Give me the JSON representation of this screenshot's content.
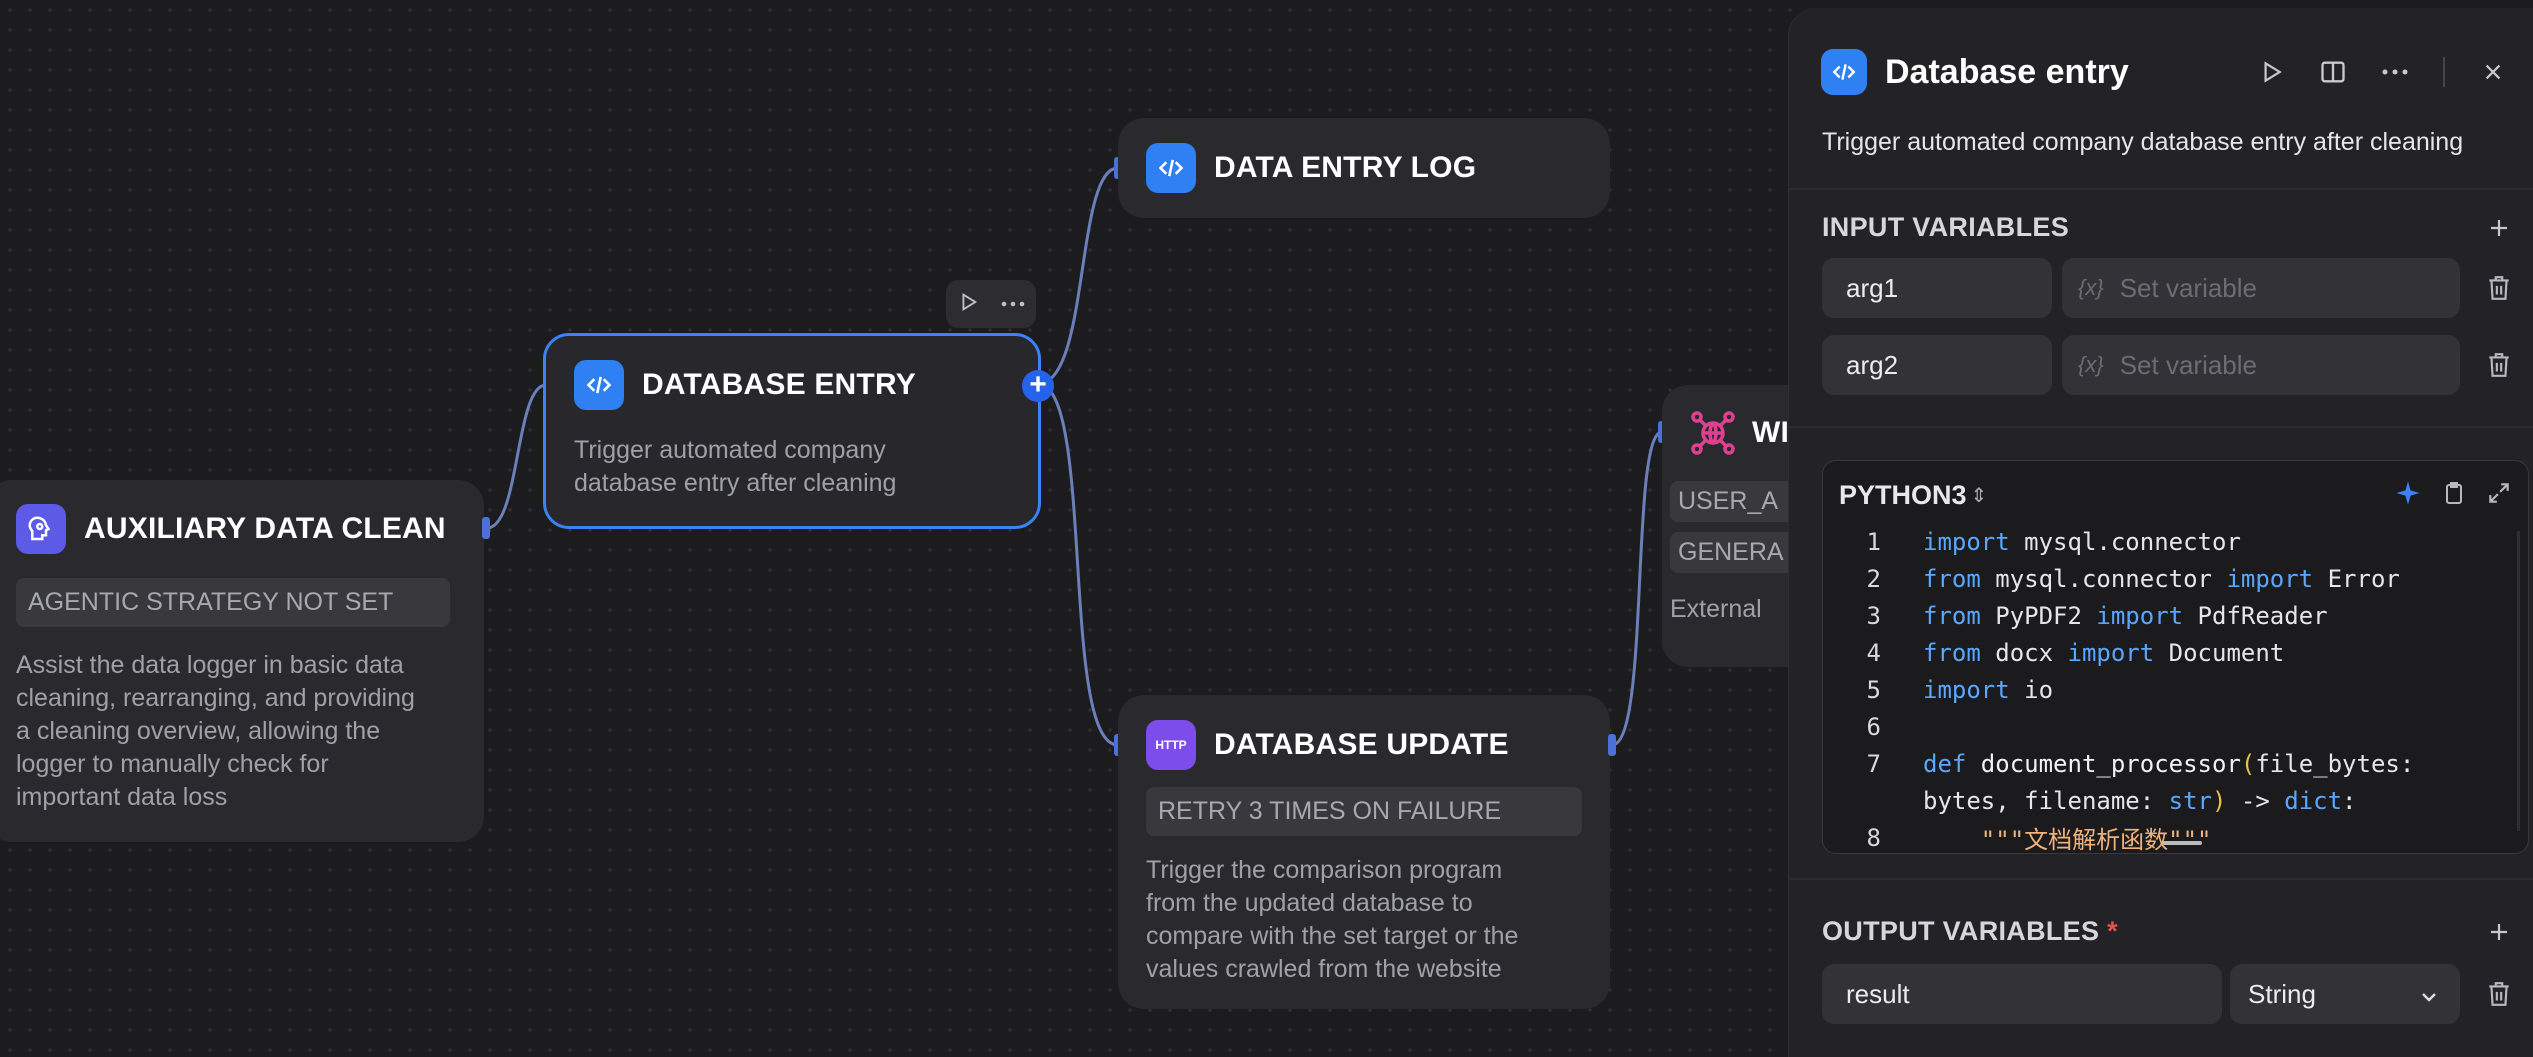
{
  "canvas": {
    "nodes": {
      "auxiliary": {
        "title": "AUXILIARY DATA CLEAN",
        "tag": "AGENTIC STRATEGY NOT SET",
        "desc_lines": [
          "Assist the data logger in basic data",
          "cleaning, rearranging, and providing",
          "a cleaning overview, allowing the",
          "logger to manually check for",
          "important data loss"
        ]
      },
      "database_entry": {
        "title": "DATABASE ENTRY",
        "desc_lines": [
          "Trigger automated company",
          "database entry after cleaning"
        ]
      },
      "data_entry_log": {
        "title": "DATA ENTRY LOG"
      },
      "database_update": {
        "title": "DATABASE UPDATE",
        "icon_label": "HTTP",
        "tag": "RETRY 3 TIMES ON FAILURE",
        "desc_lines": [
          "Trigger the comparison program",
          "from the updated database to",
          "compare with the set target or the",
          "values crawled from the website"
        ]
      },
      "web": {
        "title": "WI",
        "tags": [
          "USER_A",
          "GENERA"
        ],
        "desc": "External"
      }
    },
    "colors": {
      "edge": "#6b7fb8",
      "accent": "#3b82f6",
      "http": "#7c4dea"
    }
  },
  "panel": {
    "title": "Database entry",
    "description": "Trigger automated company database entry after cleaning",
    "input_variables": {
      "label": "INPUT VARIABLES",
      "rows": [
        {
          "name": "arg1",
          "placeholder": "Set variable"
        },
        {
          "name": "arg2",
          "placeholder": "Set variable"
        }
      ],
      "var_icon": "{x}"
    },
    "code": {
      "language": "PYTHON3",
      "lines": [
        {
          "n": "1",
          "parts": [
            [
              "kw",
              "import"
            ],
            [
              "ct",
              " mysql.connector"
            ]
          ]
        },
        {
          "n": "2",
          "parts": [
            [
              "kw",
              "from"
            ],
            [
              "ct",
              " mysql.connector "
            ],
            [
              "kw",
              "import"
            ],
            [
              "ct",
              " Error"
            ]
          ]
        },
        {
          "n": "3",
          "parts": [
            [
              "kw",
              "from"
            ],
            [
              "ct",
              " PyPDF2 "
            ],
            [
              "kw",
              "import"
            ],
            [
              "ct",
              " PdfReader"
            ]
          ]
        },
        {
          "n": "4",
          "parts": [
            [
              "kw",
              "from"
            ],
            [
              "ct",
              " docx "
            ],
            [
              "kw",
              "import"
            ],
            [
              "ct",
              " Document"
            ]
          ]
        },
        {
          "n": "5",
          "parts": [
            [
              "kw",
              "import"
            ],
            [
              "ct",
              " io"
            ]
          ]
        },
        {
          "n": "6",
          "parts": []
        },
        {
          "n": "7",
          "parts": [
            [
              "kw",
              "def"
            ],
            [
              "fn",
              " document_processor"
            ],
            [
              "paren",
              "("
            ],
            [
              "ct",
              "file_bytes:"
            ]
          ]
        },
        {
          "n": "",
          "parts": [
            [
              "ct",
              "bytes, filename: "
            ],
            [
              "kw",
              "str"
            ],
            [
              "paren",
              ")"
            ],
            [
              "ct",
              " -> "
            ],
            [
              "kw",
              "dict"
            ],
            [
              "ct",
              ":"
            ]
          ]
        },
        {
          "n": "8",
          "parts": [
            [
              "str",
              "    \"\"\"文档解析函数\"\"\""
            ]
          ]
        }
      ]
    },
    "output_variables": {
      "label": "OUTPUT VARIABLES",
      "required_mark": "*",
      "rows": [
        {
          "name": "result",
          "type": "String"
        }
      ]
    }
  }
}
